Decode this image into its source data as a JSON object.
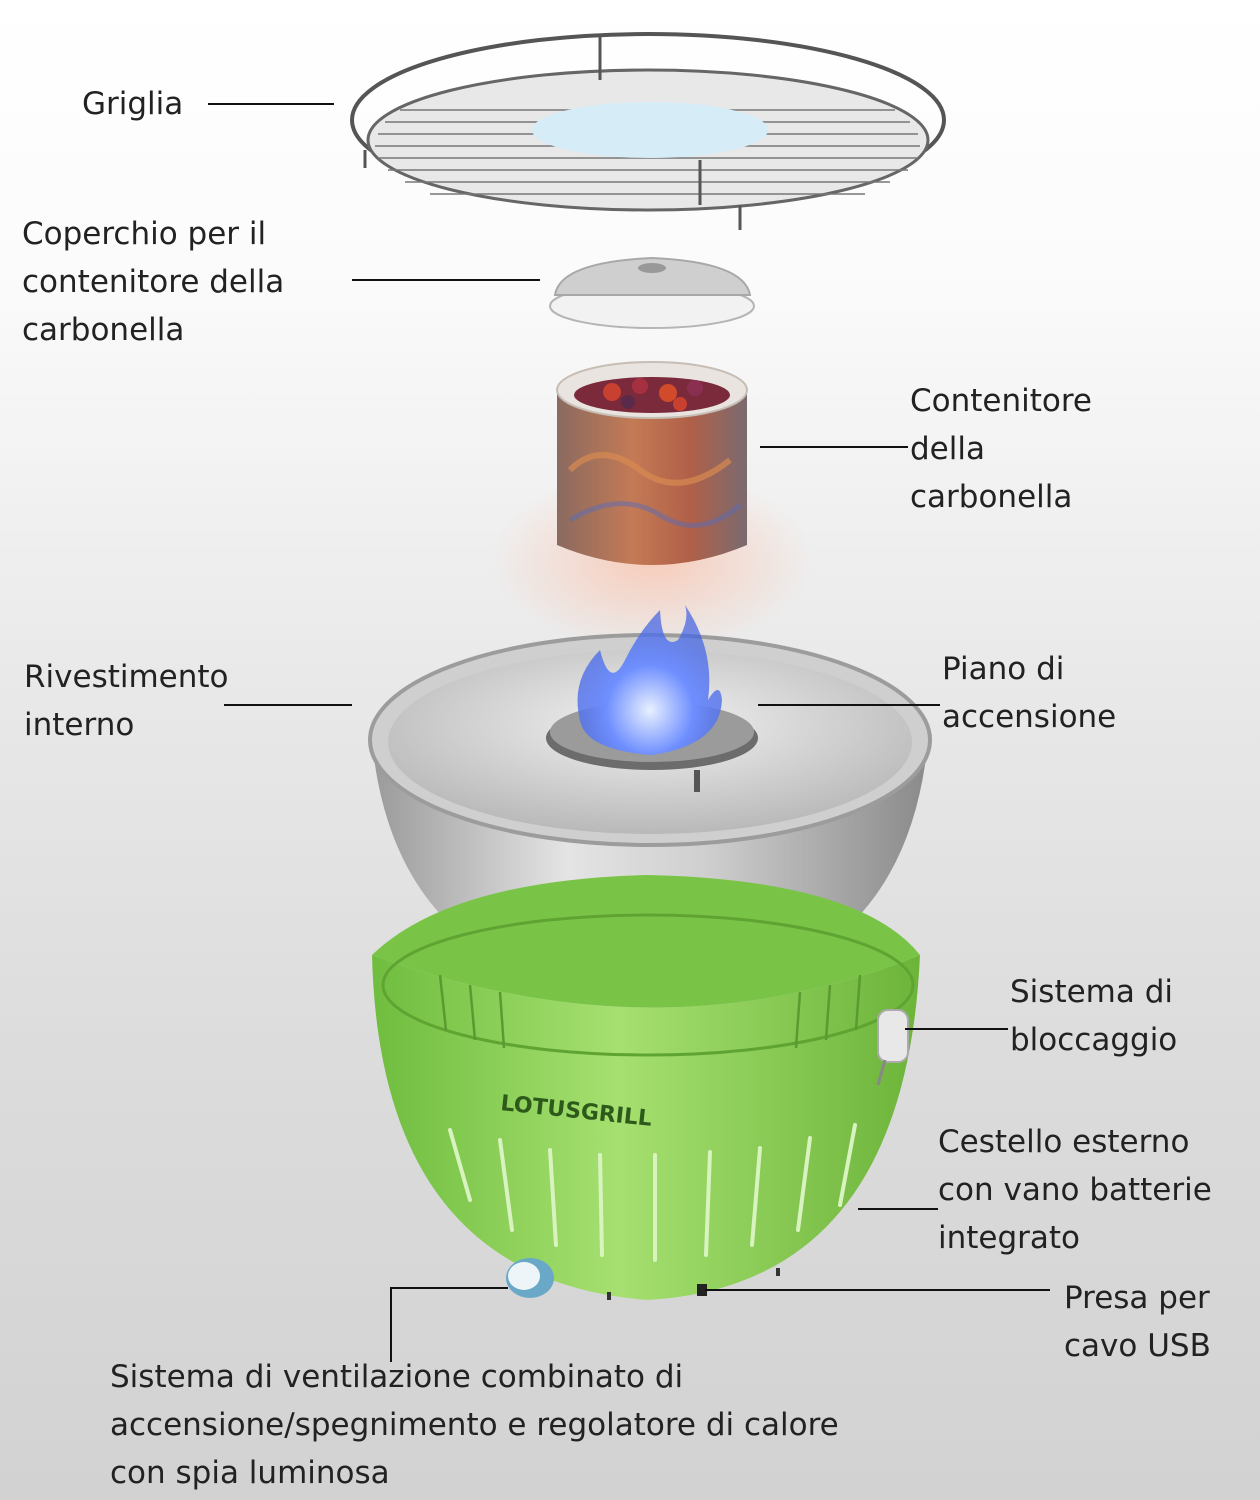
{
  "labels": {
    "griglia": "Griglia",
    "coperchio": "Coperchio per il\ncontenitore della\ncarbonella",
    "contenitore": "Contenitore\ndella\ncarbonella",
    "rivestimento": "Rivestimento\ninterno",
    "piano": "Piano di\naccensione",
    "bloccaggio": "Sistema di\nbloccaggio",
    "cestello": "Cestello esterno\ncon vano batterie\nintegrato",
    "presa": "Presa per\ncavo USB",
    "ventilazione": "Sistema di ventilazione combinato di\naccensione/spegnimento e regolatore di calore\ncon spia luminosa",
    "brand": "LOTUSGRILL"
  },
  "colors": {
    "basket_green": "#8fd35a",
    "bowl_steel": "#c8c8c8",
    "flame_blue": "#6f8fff",
    "coal_red": "#c8402f"
  }
}
